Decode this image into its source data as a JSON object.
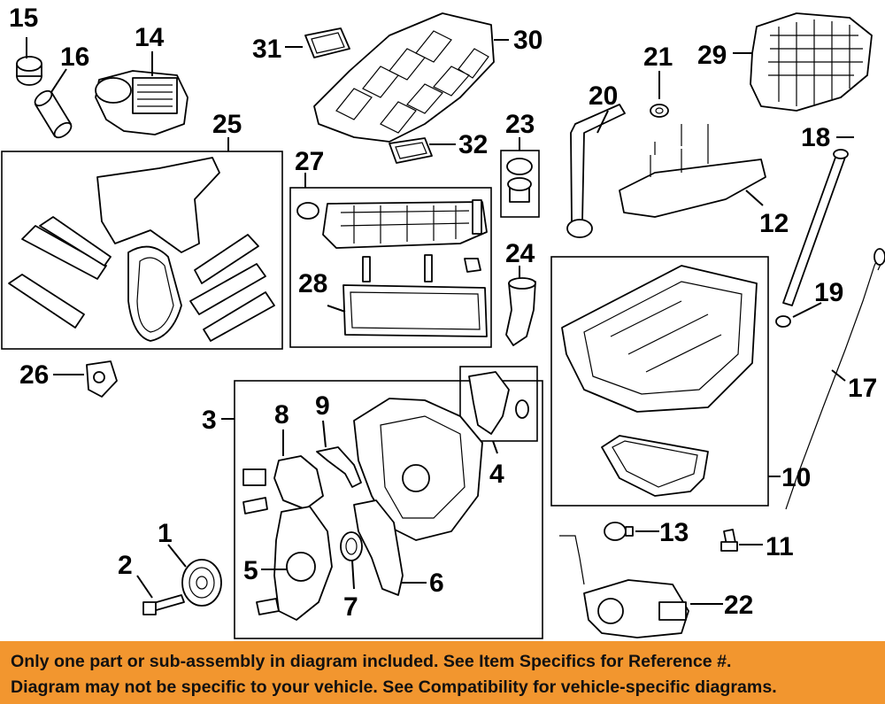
{
  "callouts": {
    "c1": "1",
    "c2": "2",
    "c3": "3",
    "c4": "4",
    "c5": "5",
    "c6": "6",
    "c7": "7",
    "c8": "8",
    "c9": "9",
    "c10": "10",
    "c11": "11",
    "c12": "12",
    "c13": "13",
    "c14": "14",
    "c15": "15",
    "c16": "16",
    "c17": "17",
    "c18": "18",
    "c19": "19",
    "c20": "20",
    "c21": "21",
    "c22": "22",
    "c23": "23",
    "c24": "24",
    "c25": "25",
    "c26": "26",
    "c27": "27",
    "c28": "28",
    "c29": "29",
    "c30": "30",
    "c31": "31",
    "c32": "32"
  },
  "notice": {
    "line1": "Only one part or sub-assembly in diagram included. See Item Specifics for Reference #.",
    "line2": "Diagram may not be specific to your vehicle. See Compatibility for vehicle-specific diagrams."
  },
  "colors": {
    "banner_background": "#f2962f",
    "banner_text": "#111111",
    "line_art": "#000000",
    "background": "#ffffff"
  }
}
